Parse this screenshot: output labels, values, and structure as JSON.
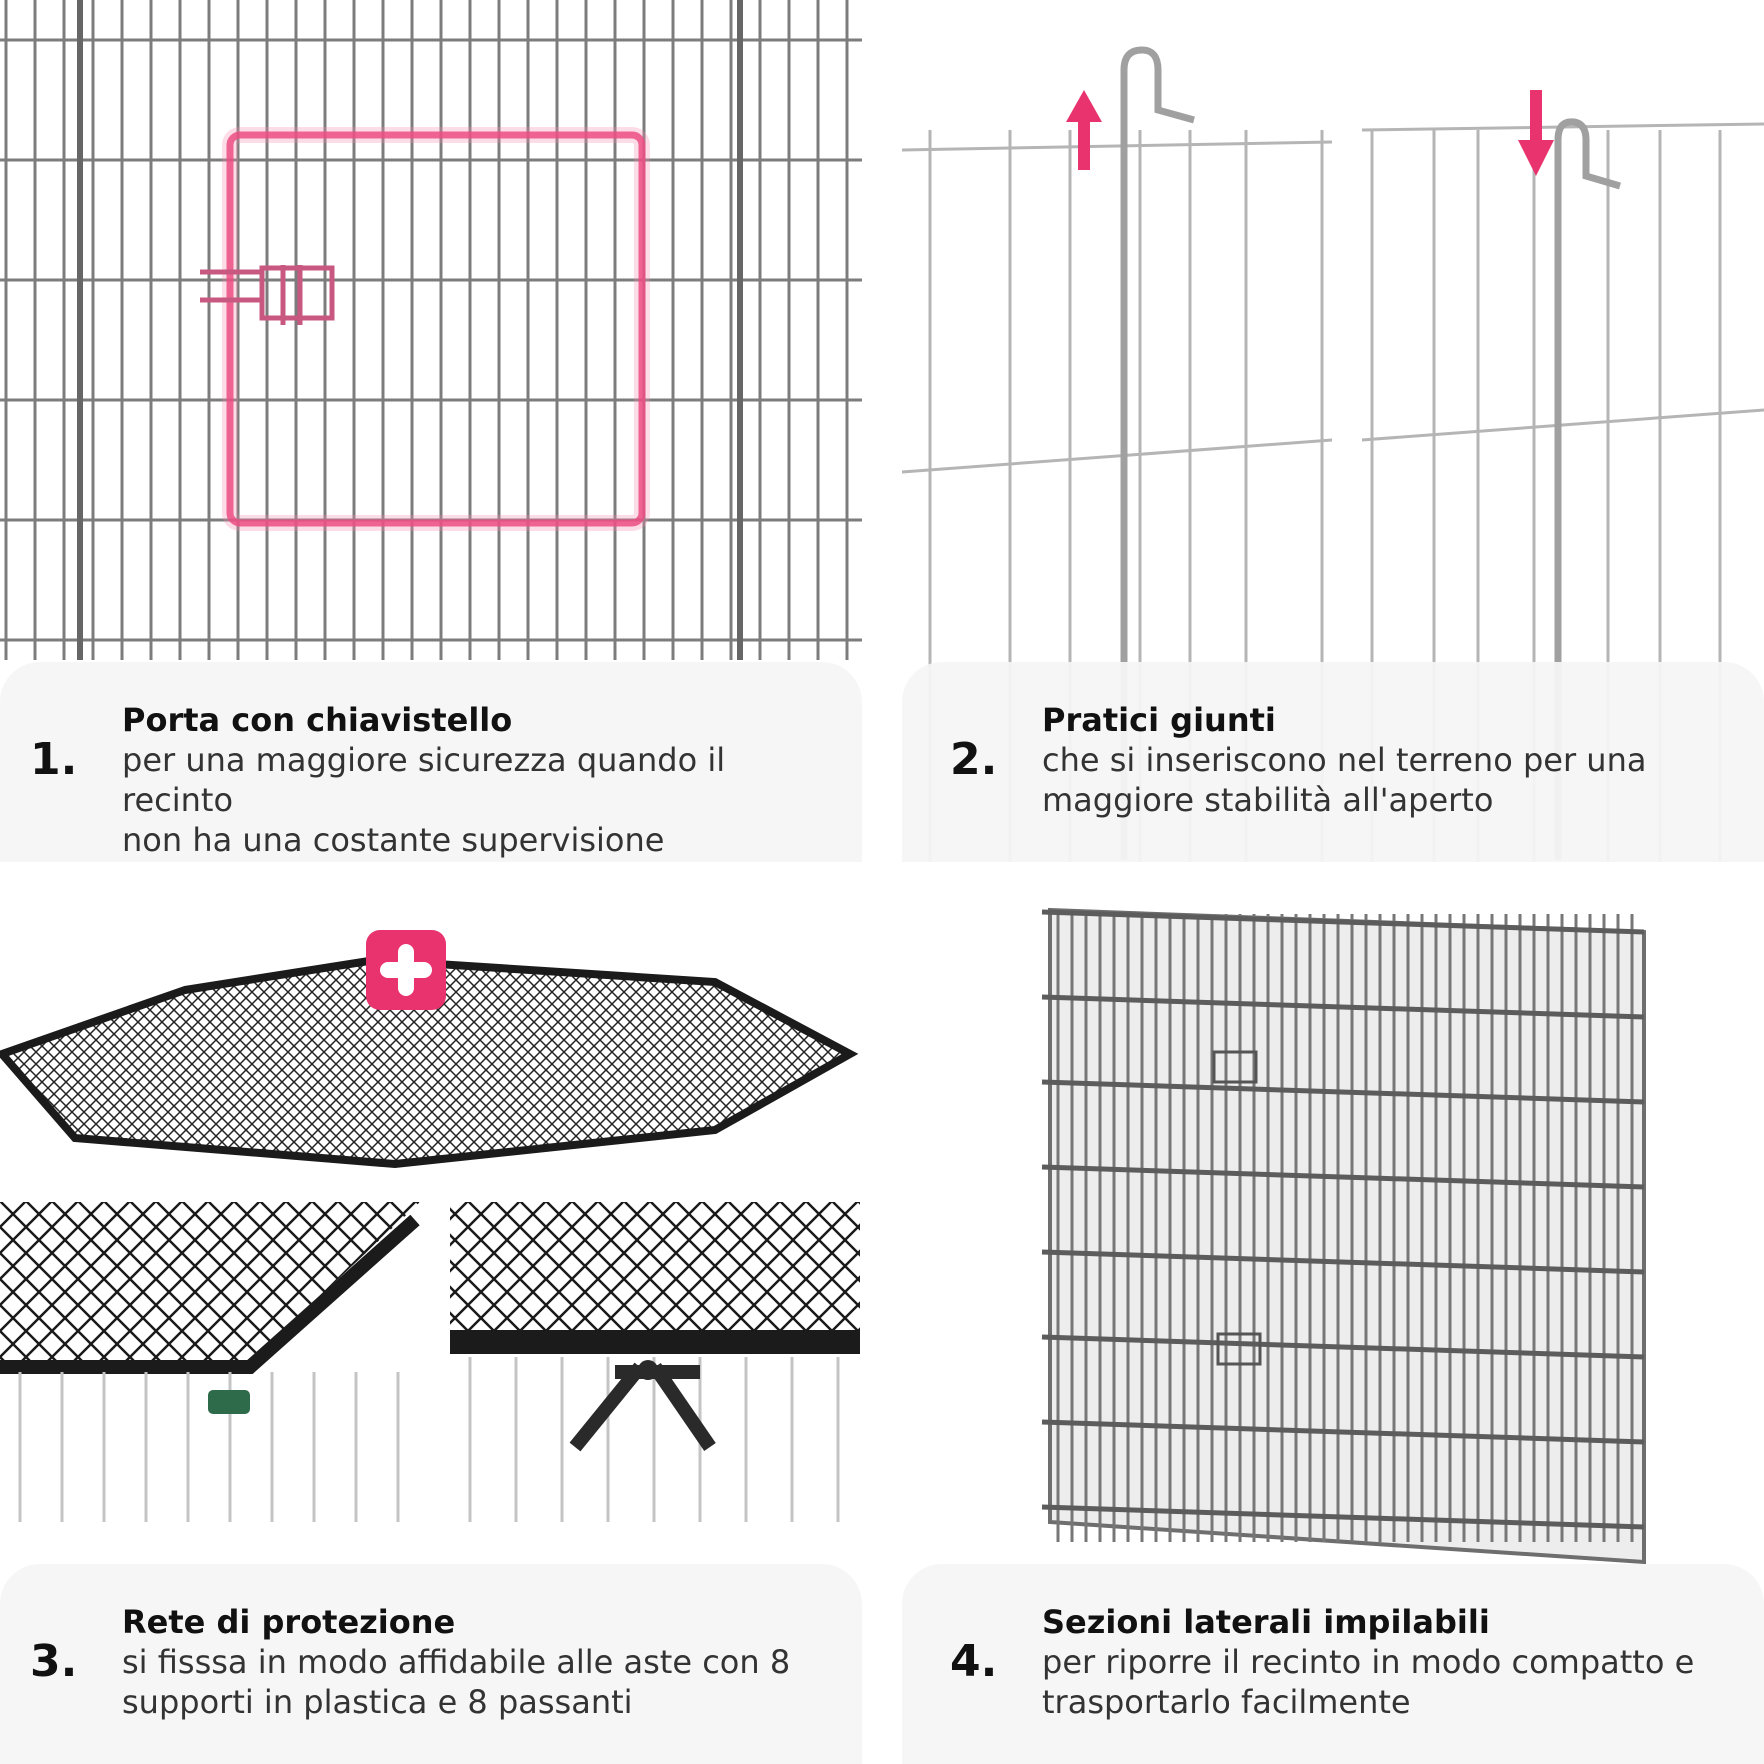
{
  "features": [
    {
      "number": "1.",
      "title": "Porta con chiavistello",
      "desc1": "per una maggiore sicurezza quando il recinto",
      "desc2": "non ha una costante supervisione"
    },
    {
      "number": "2.",
      "title": "Pratici giunti",
      "desc1": "che si inseriscono nel terreno per una",
      "desc2": "maggiore stabilità all'aperto"
    },
    {
      "number": "3.",
      "title": "Rete di protezione",
      "desc1": "si fisssa in modo affidabile alle aste con 8",
      "desc2": "supporti in plastica e 8 passanti"
    },
    {
      "number": "4.",
      "title": "Sezioni laterali impilabili",
      "desc1": "per riporre il recinto in modo compatto e",
      "desc2": "trasportarlo facilmente"
    }
  ],
  "colors": {
    "highlight": "#e8336e",
    "wire": "#8a8a8a",
    "caption_bg": "#f4f4f4",
    "net": "#111111",
    "clip": "#2e6b4a"
  },
  "icons": [
    "door-latch-highlight",
    "arrow-up-icon",
    "arrow-down-icon",
    "plus-icon"
  ]
}
